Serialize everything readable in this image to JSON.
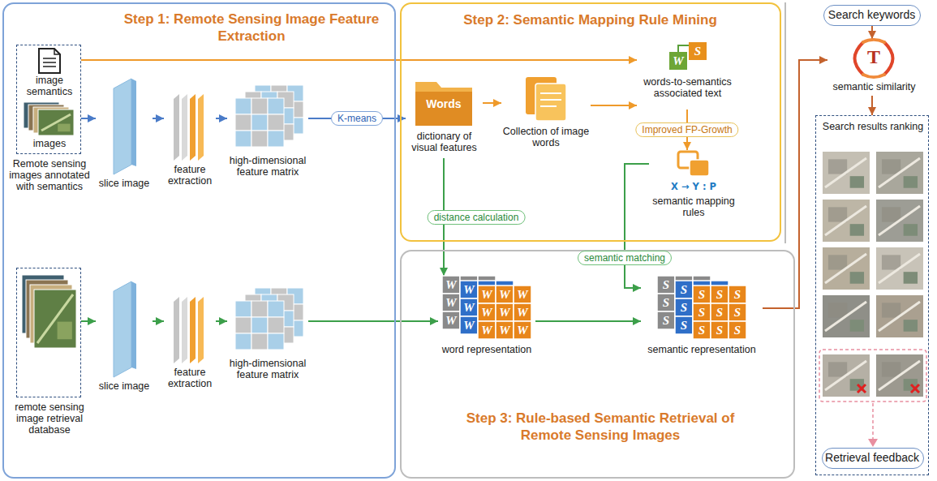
{
  "diagram": {
    "nodes": [
      {
        "text": [
          "Step 1: Remote Sensing Image Feature Extraction"
        ]
      },
      {
        "text": [
          "image semantics",
          "images",
          "Remote sensing images annotated with semantics"
        ],
        "in": 0
      },
      {
        "text": [
          "slice image"
        ],
        "in": 0
      },
      {
        "text": [
          "feature extraction"
        ],
        "in": 0
      },
      {
        "text": [
          "high-dimensional feature matrix"
        ],
        "in": 0
      },
      {
        "text": [
          "remote sensing image retrieval database"
        ],
        "in": 0
      },
      {
        "text": [
          "slice image"
        ],
        "in": 0
      },
      {
        "text": [
          "feature extraction"
        ],
        "in": 0
      },
      {
        "text": [
          "high-dimensional feature matrix"
        ],
        "in": 0
      },
      {
        "text": [
          "Step 2: Semantic Mapping Rule Mining"
        ]
      },
      {
        "text": [
          "Words",
          "dictionary of visual features"
        ],
        "in": 9
      },
      {
        "text": [
          "Collection of image words"
        ],
        "in": 9
      },
      {
        "text": [
          "W",
          "S",
          "words-to-semantics associated text"
        ],
        "in": 9
      },
      {
        "text": [
          "X → Y : P",
          "semantic mapping rules"
        ],
        "in": 9
      },
      {
        "text": [
          "Step 3: Rule-based Semantic Retrieval of Remote Sensing Images"
        ]
      },
      {
        "text": [
          "W",
          "W",
          "W",
          "W",
          "W",
          "W",
          "W",
          "W",
          "W",
          "W",
          "W",
          "W",
          "W",
          "W",
          "W",
          "word representation"
        ],
        "in": 14
      },
      {
        "text": [
          "S",
          "S",
          "S",
          "S",
          "S",
          "S",
          "S",
          "S",
          "S",
          "S",
          "S",
          "S",
          "S",
          "S",
          "S",
          "semantic representation"
        ],
        "in": 14
      },
      {
        "text": [
          "Search keywords"
        ]
      },
      {
        "text": [
          "T",
          "semantic similarity"
        ]
      },
      {
        "text": [
          "Search results ranking"
        ]
      },
      {
        "text": [
          "Retrieval feedback"
        ],
        "in": 19
      }
    ],
    "edges": [
      {
        "from": 1,
        "to": 2,
        "arrow": "to"
      },
      {
        "from": 2,
        "to": 3,
        "arrow": "to"
      },
      {
        "from": 3,
        "to": 4,
        "arrow": "to"
      },
      {
        "from": 4,
        "to": 10,
        "label": "K-means",
        "arrow": "to"
      },
      {
        "from": 5,
        "to": 6,
        "arrow": "to"
      },
      {
        "from": 6,
        "to": 7,
        "arrow": "to"
      },
      {
        "from": 7,
        "to": 8,
        "arrow": "to"
      },
      {
        "from": 8,
        "to": 15,
        "arrow": "to"
      },
      {
        "from": 1,
        "to": 12,
        "arrow": "to"
      },
      {
        "from": 10,
        "to": 11,
        "arrow": "to"
      },
      {
        "from": 11,
        "to": 12,
        "arrow": "to"
      },
      {
        "from": 12,
        "to": 13,
        "label": "Improved FP-Growth",
        "arrow": "to"
      },
      {
        "from": 10,
        "to": 15,
        "label": "distance calculation",
        "arrow": "to"
      },
      {
        "from": 13,
        "to": 16,
        "label": "semantic matching",
        "arrow": "to"
      },
      {
        "from": 15,
        "to": 16,
        "arrow": "to"
      },
      {
        "from": 16,
        "to": 18,
        "arrow": "to"
      },
      {
        "from": 17,
        "to": 18,
        "arrow": "to"
      },
      {
        "from": 18,
        "to": 19,
        "arrow": "to"
      }
    ]
  }
}
